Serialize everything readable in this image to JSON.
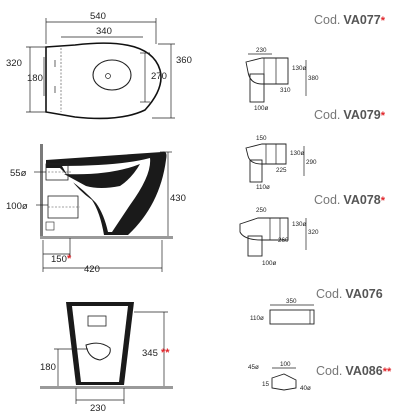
{
  "cod_prefix": "Cod.",
  "colors": {
    "star": "#e0262b",
    "code_text": "#555555",
    "ground": "#9a9a9a"
  },
  "top_view": {
    "width": "540",
    "inner_width": "340",
    "height": "320",
    "inner_height": "180",
    "seat": "270",
    "total": "360"
  },
  "side_view": {
    "outlet": "55ø",
    "inlet": "100ø",
    "height": "430",
    "floor_offset": "150",
    "floor_offset_mark": "*",
    "depth": "420"
  },
  "rear_view": {
    "height": "345",
    "height_mark": "**",
    "center": "180",
    "width": "230"
  },
  "codes": [
    {
      "code": "VA077",
      "mark": "*",
      "dims": [
        "230",
        "130ø",
        "380",
        "310",
        "100ø"
      ]
    },
    {
      "code": "VA079",
      "mark": "*",
      "dims": [
        "150",
        "130ø",
        "290",
        "225",
        "110ø"
      ]
    },
    {
      "code": "VA078",
      "mark": "*",
      "dims": [
        "250",
        "130ø",
        "320",
        "260",
        "100ø"
      ]
    },
    {
      "code": "VA076",
      "mark": "",
      "dims": [
        "350",
        "110ø"
      ]
    },
    {
      "code": "VA086",
      "mark": "**",
      "dims": [
        "45ø",
        "100",
        "15",
        "40ø"
      ]
    }
  ]
}
